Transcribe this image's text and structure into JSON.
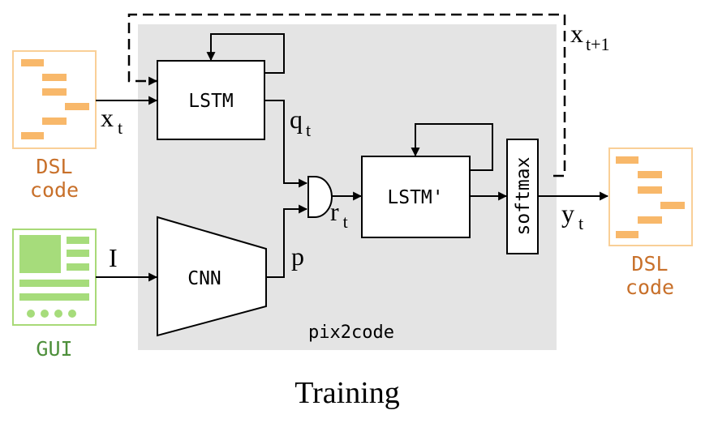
{
  "caption": "Training",
  "module": {
    "label": "pix2code"
  },
  "blocks": {
    "lstm": "LSTM",
    "cnn": "CNN",
    "lstm_prime": "LSTM'",
    "softmax": "softmax"
  },
  "signals": {
    "x": {
      "base": "x",
      "sub": "t"
    },
    "x_next": {
      "base": "x",
      "sub": "t+1"
    },
    "q": {
      "base": "q",
      "sub": "t"
    },
    "r": {
      "base": "r",
      "sub": "t"
    },
    "y": {
      "base": "y",
      "sub": "t"
    },
    "image": "I",
    "p": "p"
  },
  "inputs": {
    "dsl_in": {
      "line1": "DSL",
      "line2": "code"
    },
    "gui": {
      "label": "GUI"
    }
  },
  "outputs": {
    "dsl_out": {
      "line1": "DSL",
      "line2": "code"
    }
  },
  "colors": {
    "dsl_frame": "#f9cf97",
    "dsl_bar": "#f8b86a",
    "dsl_text": "#c8702a",
    "gui_frame": "#a8d977",
    "gui_fill": "#a6dc7b",
    "gui_text": "#4d8f3a",
    "module_bg": "#e4e4e4"
  }
}
